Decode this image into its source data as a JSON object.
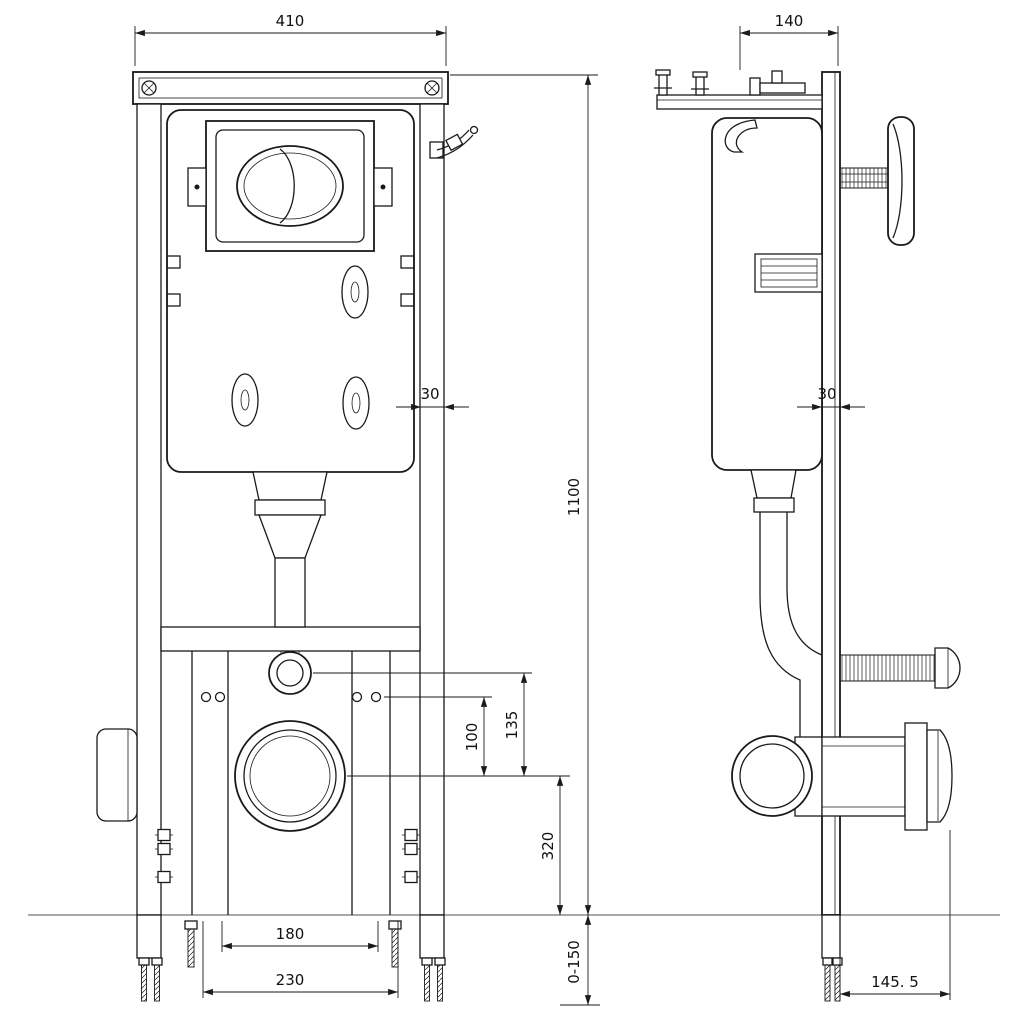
{
  "colors": {
    "line": "#1a1a1a",
    "background": "#ffffff"
  },
  "dims": {
    "front_width": "410",
    "side_depth": "140",
    "front_wall_offset": "30",
    "side_wall_offset": "30",
    "frame_height": "1100",
    "fixing_to_outlet": "100",
    "inlet_to_outlet": "135",
    "outlet_height": "320",
    "inner_fixing_spacing": "180",
    "outer_fixing_spacing": "230",
    "foot_adjustment_range": "0-150",
    "outlet_projection": "145. 5"
  }
}
